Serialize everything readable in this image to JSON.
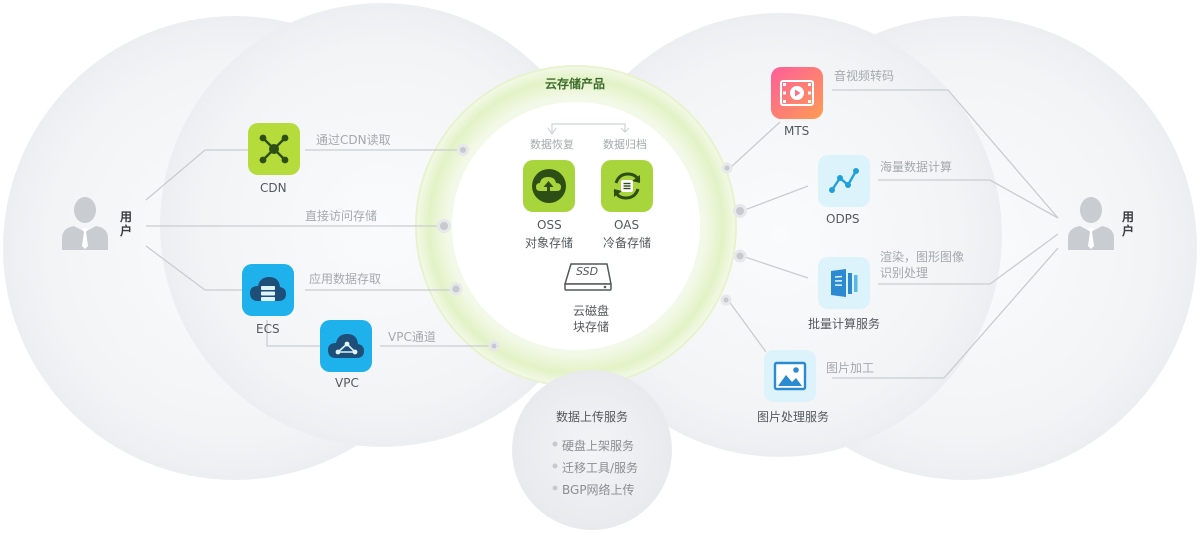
{
  "left_user": {
    "label": "用户",
    "icon": "user-icon"
  },
  "right_user": {
    "label": "用户",
    "icon": "user-icon"
  },
  "left_nodes": {
    "cdn": {
      "name": "CDN",
      "icon": "network-node-icon",
      "edge_label": "通过CDN读取"
    },
    "direct": {
      "edge_label": "直接访问存储"
    },
    "ecs": {
      "name": "ECS",
      "icon": "cloud-server-icon",
      "edge_label": "应用数据存取"
    },
    "vpc": {
      "name": "VPC",
      "icon": "cloud-network-icon",
      "edge_label": "VPC通道"
    }
  },
  "center": {
    "title": "云存储产品",
    "recover_label": "数据恢复",
    "archive_label": "数据归档",
    "oss": {
      "name": "OSS",
      "desc": "对象存储",
      "icon": "object-storage-icon"
    },
    "oas": {
      "name": "OAS",
      "desc": "冷备存储",
      "icon": "archive-storage-icon"
    },
    "disk": {
      "badge": "SSD",
      "name": "云磁盘",
      "desc": "块存储",
      "icon": "ssd-disk-icon"
    }
  },
  "right_nodes": {
    "mts": {
      "name": "MTS",
      "icon": "video-film-icon",
      "edge_label": "音视频转码"
    },
    "odps": {
      "name": "ODPS",
      "icon": "line-chart-icon",
      "edge_label": "海量数据计算"
    },
    "batch": {
      "name": "批量计算服务",
      "icon": "batch-compute-icon",
      "edge_label_line1": "渲染，图形图像",
      "edge_label_line2": "识别处理"
    },
    "image": {
      "name": "图片处理服务",
      "icon": "image-picture-icon",
      "edge_label": "图片加工"
    }
  },
  "upload": {
    "title": "数据上传服务",
    "items": [
      "硬盘上架服务",
      "迁移工具/服务",
      "BGP网络上传"
    ]
  },
  "colors": {
    "tile_green": "#b6dc3b",
    "tile_blue": "#1fb1ec",
    "tile_pale": "#dcf3fb",
    "center_ring": "#d8eeb0",
    "lines": "#c9cdd1"
  }
}
